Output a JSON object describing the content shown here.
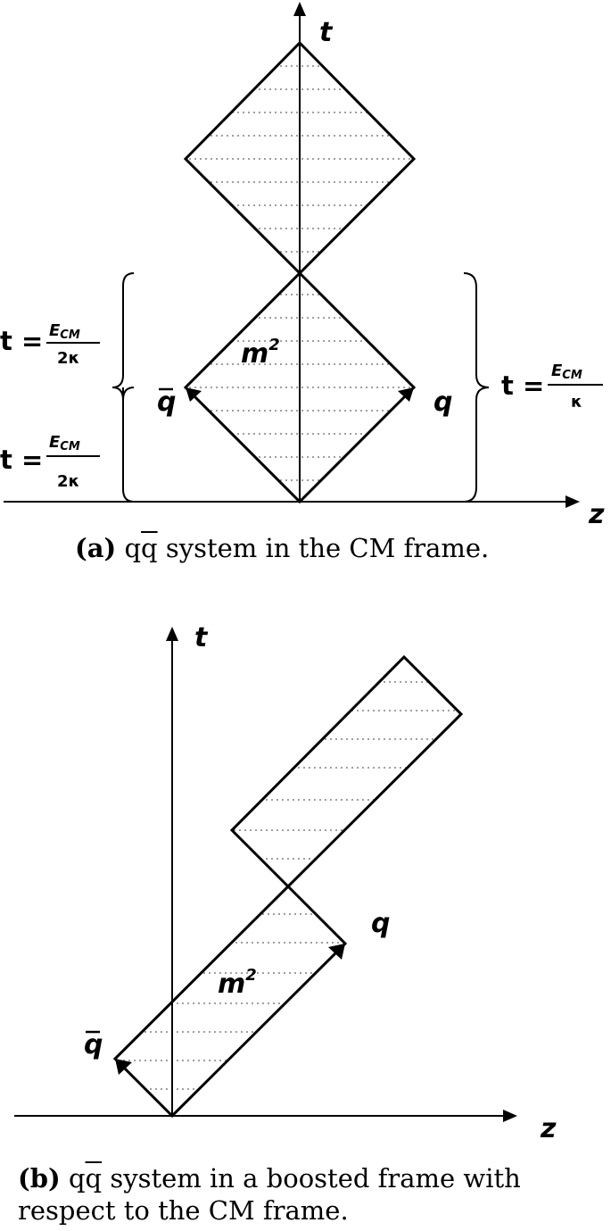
{
  "panel_a": {
    "t_axis": "t",
    "z_axis": "z",
    "m2": "m",
    "m2_sup": "2",
    "q": "q",
    "qbar": "q",
    "t_eq": "t =",
    "lower_num": "E",
    "lower_num_sub": "CM",
    "lower_den": "2κ",
    "upper_num": "E",
    "upper_num_sub": "CM",
    "upper_den": "2κ",
    "right_num": "E",
    "right_num_sub": "CM",
    "right_den": "κ",
    "caption_label": "(a)",
    "caption_q": "q",
    "caption_qbar": "q",
    "caption_text": " system in the CM frame."
  },
  "panel_b": {
    "t_axis": "t",
    "z_axis": "z",
    "m2": "m",
    "m2_sup": "2",
    "q": "q",
    "qbar": "q",
    "caption_label": "(b)",
    "caption_q": "q",
    "caption_qbar": "q",
    "caption_line1": " system in a boosted frame with",
    "caption_line2": "respect to the CM frame."
  }
}
